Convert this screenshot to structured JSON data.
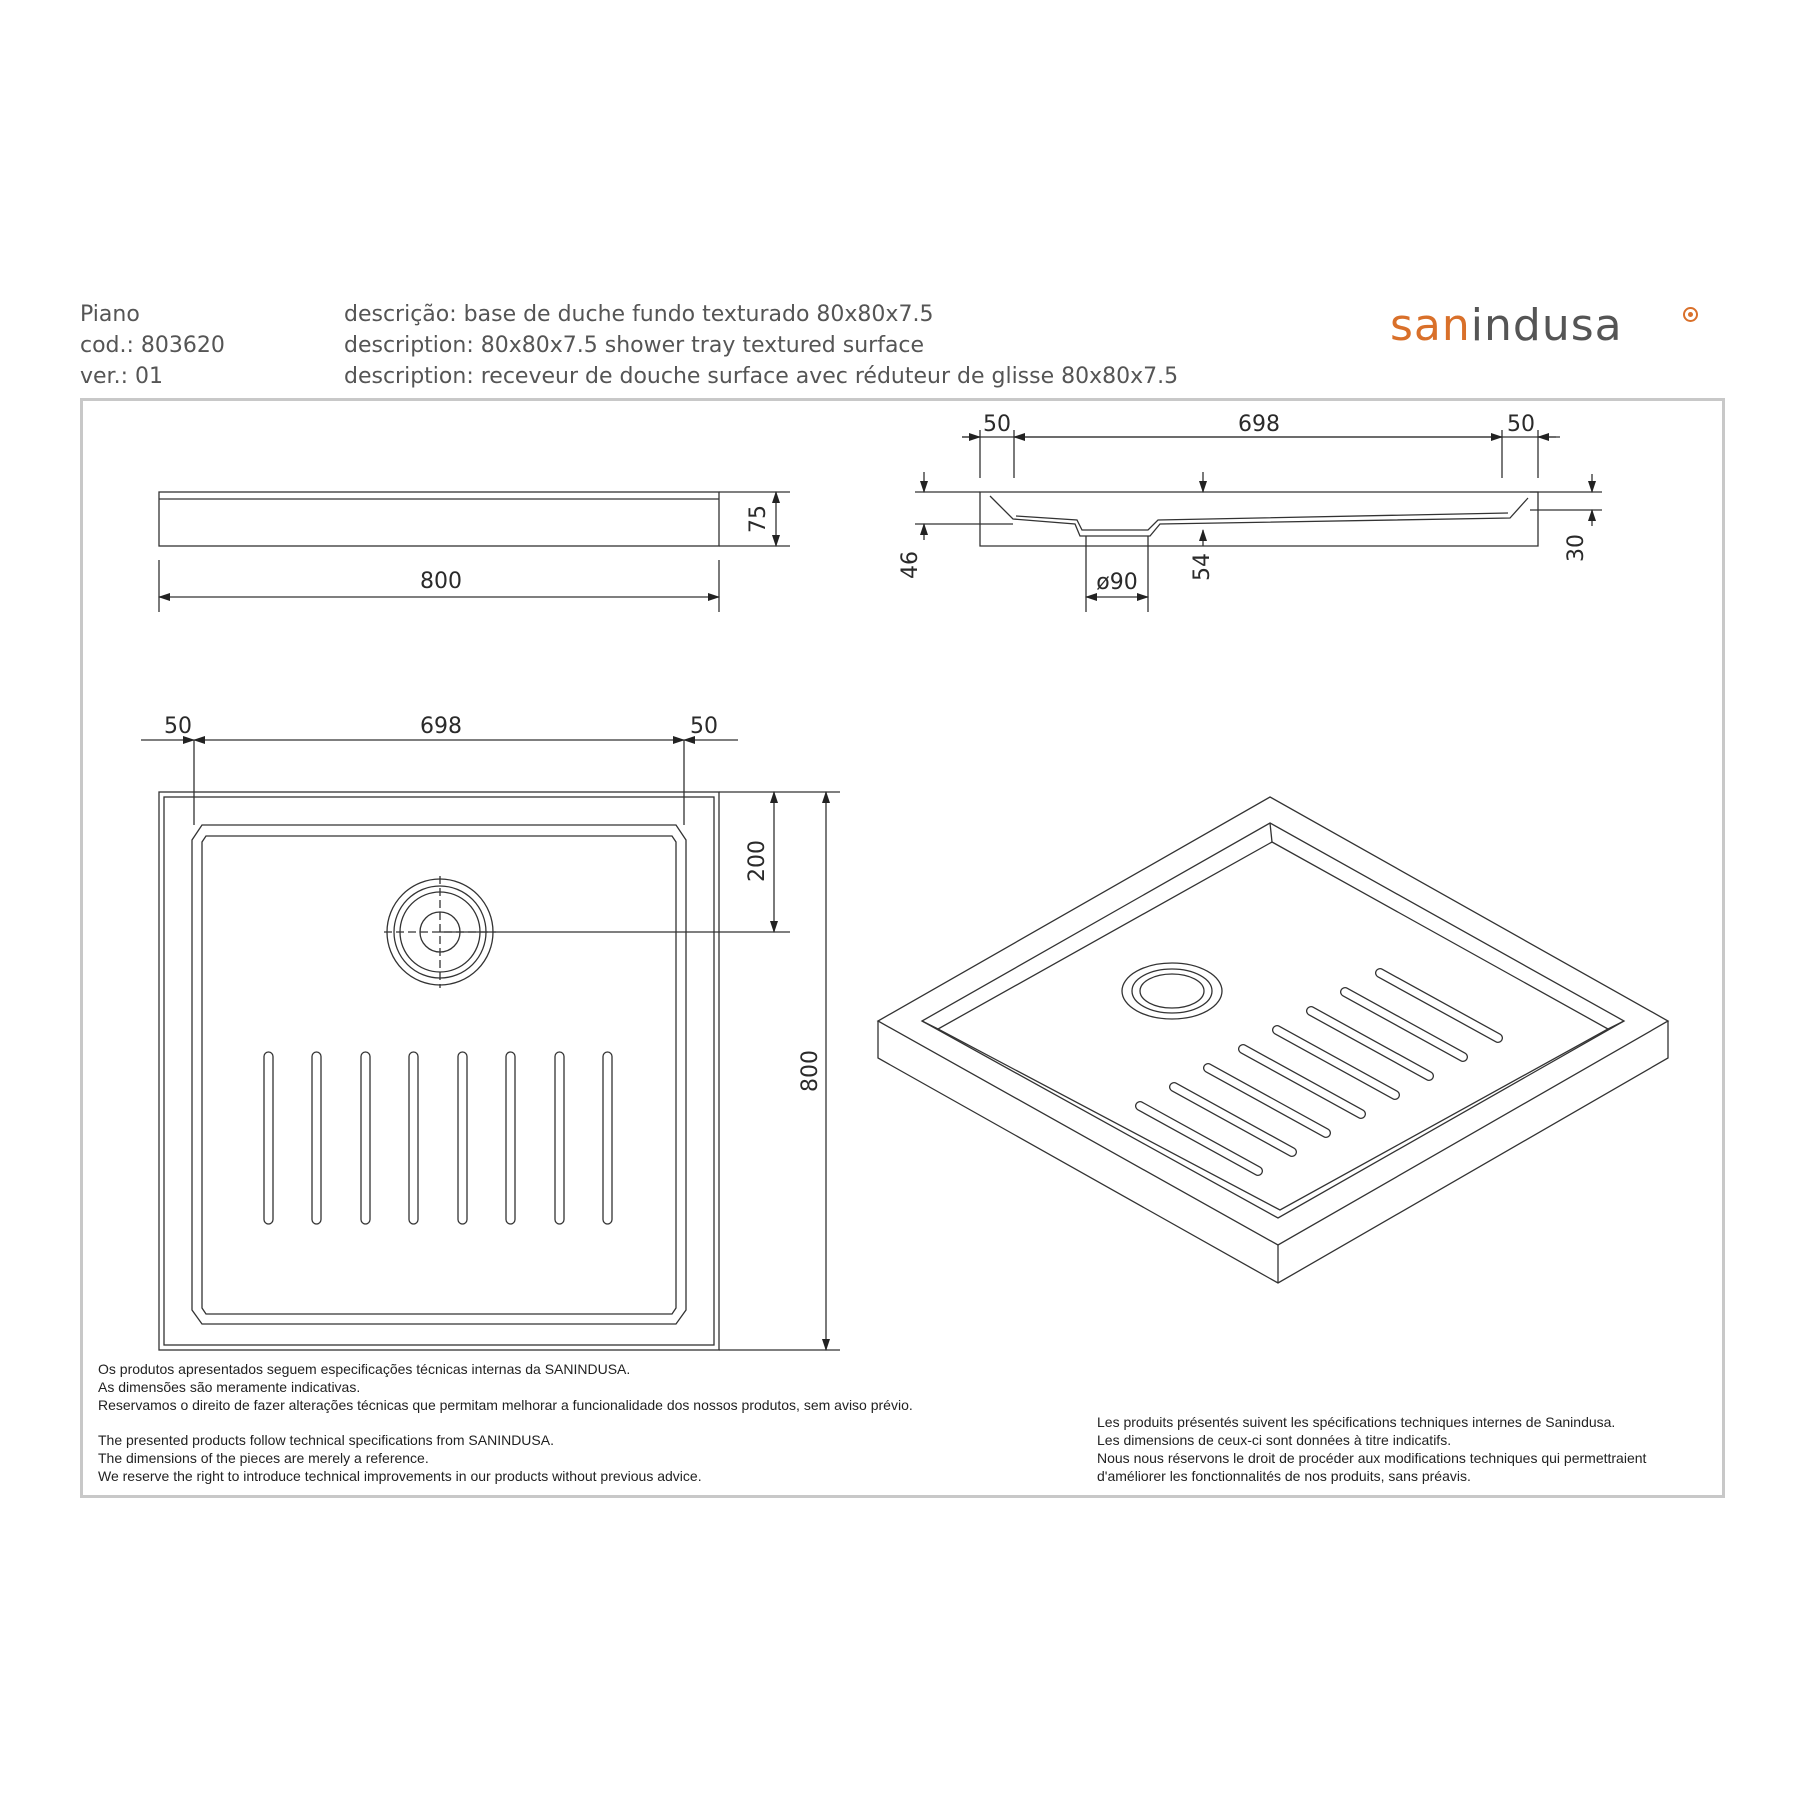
{
  "header": {
    "model": "Piano",
    "code": "cod.: 803620",
    "version": "ver.: 01",
    "desc_pt": "descrição: base de duche fundo texturado 80x80x7.5",
    "desc_en": "description: 80x80x7.5 shower tray textured surface",
    "desc_fr": "description: receveur de douche surface avec réduteur de glisse 80x80x7.5"
  },
  "logo": {
    "part1": "san",
    "part2": "indusa",
    "accent_color": "#d9702a"
  },
  "dimensions": {
    "front_width": "800",
    "front_height": "75",
    "section_left_rim": "50",
    "section_inner": "698",
    "section_right_rim": "50",
    "section_left_depth": "46",
    "section_drain_depth": "54",
    "section_drain_diameter": "ø90",
    "section_right_depth": "30",
    "plan_left_rim": "50",
    "plan_inner": "698",
    "plan_right_rim": "50",
    "plan_drain_offset": "200",
    "plan_height": "800"
  },
  "notes": {
    "pt": [
      "Os produtos apresentados seguem especificações técnicas internas da SANINDUSA.",
      "As dimensões são meramente indicativas.",
      "Reservamos o direito de fazer alterações técnicas que permitam melhorar a funcionalidade dos nossos produtos, sem aviso prévio."
    ],
    "en": [
      "The presented products follow technical specifications from SANINDUSA.",
      "The dimensions of the pieces are merely a reference.",
      "We reserve the right to introduce technical improvements in our products without previous advice."
    ],
    "fr": [
      "Les produits présentés suivent les spécifications techniques internes de Sanindusa.",
      "Les dimensions de ceux-ci sont données à titre indicatifs.",
      "Nous nous réservons le droit de procéder aux modifications techniques qui permettraient",
      "d'améliorer les fonctionnalités de nos produits, sans préavis."
    ]
  }
}
